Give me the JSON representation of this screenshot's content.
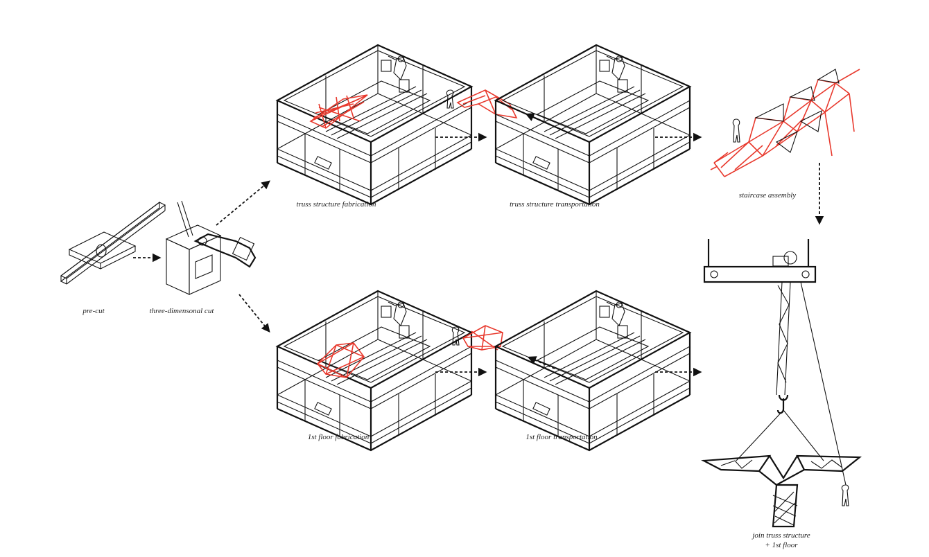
{
  "steps": {
    "precut": "pre-cut",
    "three_dim_cut": "three-dimensonal cut",
    "truss_fabrication": "truss structure fabrication",
    "truss_transportation": "truss structure transportation",
    "staircase_assembly": "staircase assembly",
    "floor_fabrication": "1st floor fabrication",
    "floor_transportation": "1st floor transportation",
    "join_line1": "join truss structure",
    "join_line2": "+ 1st floor"
  },
  "colors": {
    "accent": "#e8392d",
    "ink": "#111111"
  }
}
